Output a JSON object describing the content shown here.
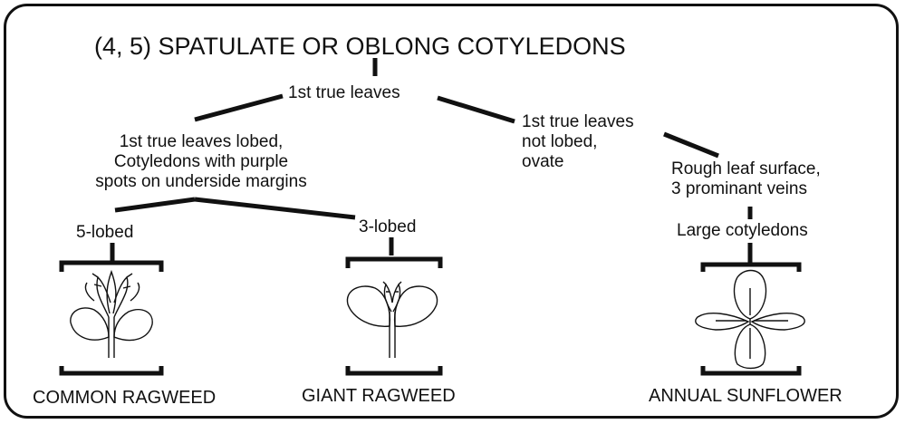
{
  "title": "(4, 5) SPATULATE OR OBLONG COTYLEDONS",
  "node_first_true_leaves": "1st true leaves",
  "branch_lobed": [
    "1st true leaves lobed,",
    "Cotyledons with purple",
    "spots on underside margins"
  ],
  "branch_not_lobed": [
    "1st true leaves",
    "not lobed,",
    "ovate"
  ],
  "rough_leaf": [
    "Rough leaf surface,",
    "3 prominant veins"
  ],
  "large_cotyledons": "Large cotyledons",
  "five_lobed": "5-lobed",
  "three_lobed": "3-lobed",
  "species": {
    "common_ragweed": "COMMON RAGWEED",
    "giant_ragweed": "GIANT RAGWEED",
    "annual_sunflower": "ANNUAL SUNFLOWER"
  }
}
